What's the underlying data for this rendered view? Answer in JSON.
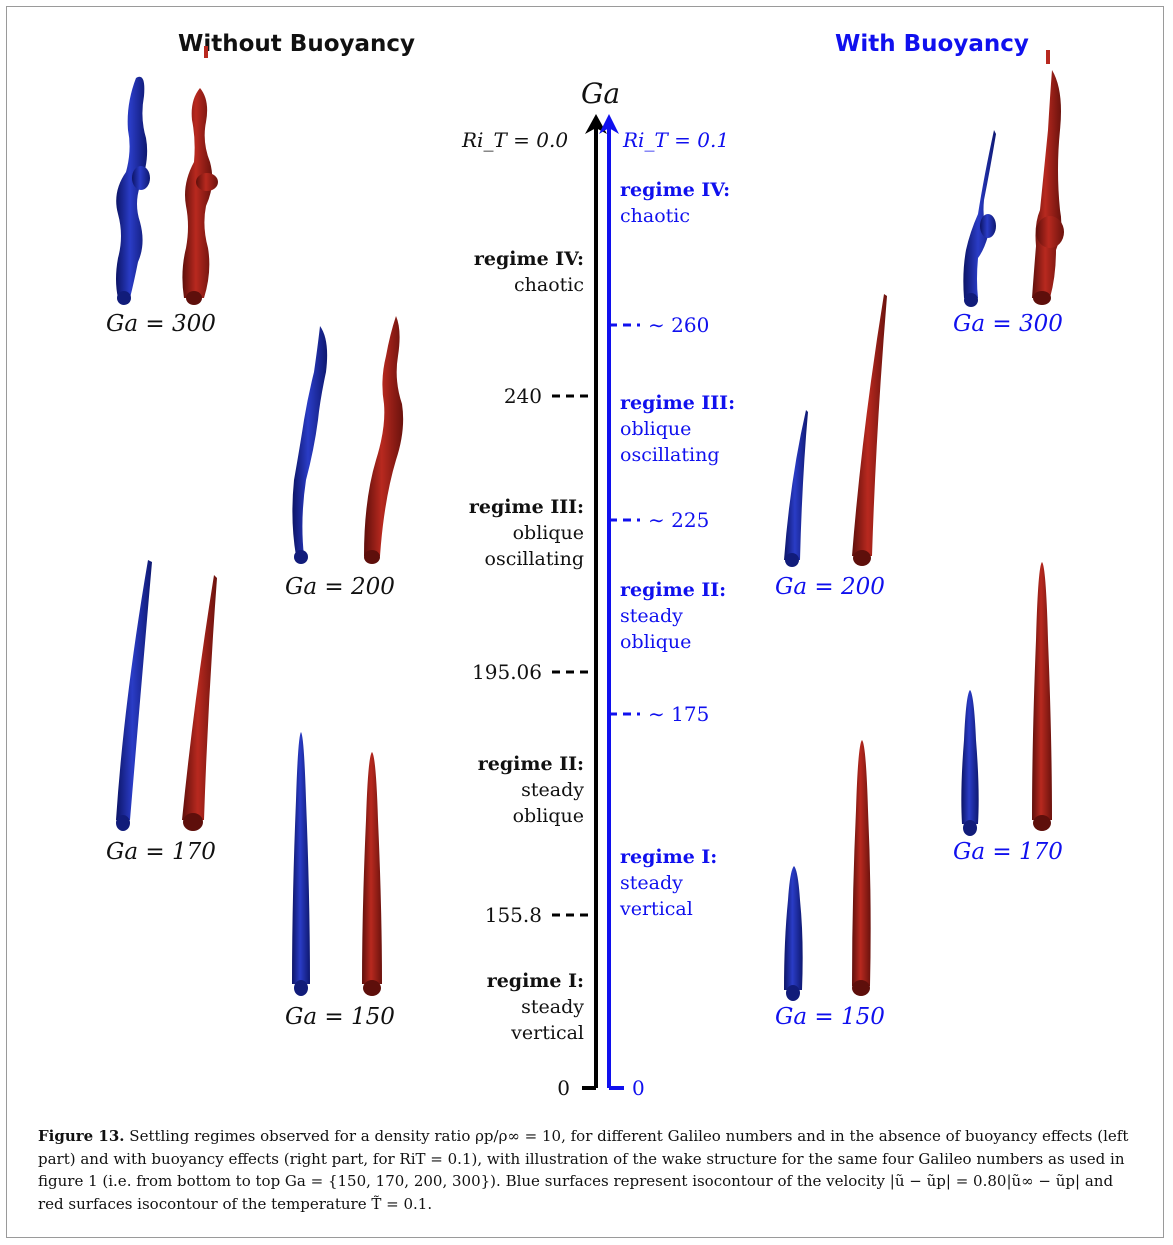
{
  "headings": {
    "left": "Without Buoyancy",
    "right": "With Buoyancy"
  },
  "axis_title": "Ga",
  "axis_left_label": "Ri_T = 0.0",
  "axis_right_label": "Ri_T = 0.1",
  "ticks_left": [
    "240",
    "195.06",
    "155.8",
    "0"
  ],
  "ticks_right": [
    "∼ 260",
    "∼ 225",
    "∼ 175",
    "0"
  ],
  "regimes_left": [
    {
      "title": "regime IV:",
      "lines": [
        "chaotic"
      ]
    },
    {
      "title": "regime III:",
      "lines": [
        "oblique",
        "oscillating"
      ]
    },
    {
      "title": "regime II:",
      "lines": [
        "steady",
        "oblique"
      ]
    },
    {
      "title": "regime I:",
      "lines": [
        "steady",
        "vertical"
      ]
    }
  ],
  "regimes_right": [
    {
      "title": "regime IV:",
      "lines": [
        "chaotic"
      ]
    },
    {
      "title": "regime III:",
      "lines": [
        "oblique",
        "oscillating"
      ]
    },
    {
      "title": "regime II:",
      "lines": [
        "steady",
        "oblique"
      ]
    },
    {
      "title": "regime I:",
      "lines": [
        "steady",
        "vertical"
      ]
    }
  ],
  "ga_labels_left": [
    "Ga = 300",
    "Ga = 200",
    "Ga = 170",
    "Ga = 150"
  ],
  "ga_labels_right": [
    "Ga = 300",
    "Ga = 200",
    "Ga = 170",
    "Ga = 150"
  ],
  "colors": {
    "blue_surface": "#1f2fa8",
    "red_surface": "#a5231c",
    "axis_blue": "#1010ee",
    "axis_black": "#000000"
  },
  "caption": {
    "label": "Figure 13.",
    "text": "Settling regimes observed for a density ratio ρp/ρ∞ = 10, for different Galileo numbers and in the absence of buoyancy effects (left part) and with buoyancy effects (right part, for RiT = 0.1), with illustration of the wake structure for the same four Galileo numbers as used in figure 1 (i.e. from bottom to top Ga = {150, 170, 200, 300}). Blue surfaces represent isocontour of the velocity |ũ − ũp| = 0.80|ũ∞ − ũp| and red surfaces isocontour of the temperature T̃ = 0.1."
  }
}
